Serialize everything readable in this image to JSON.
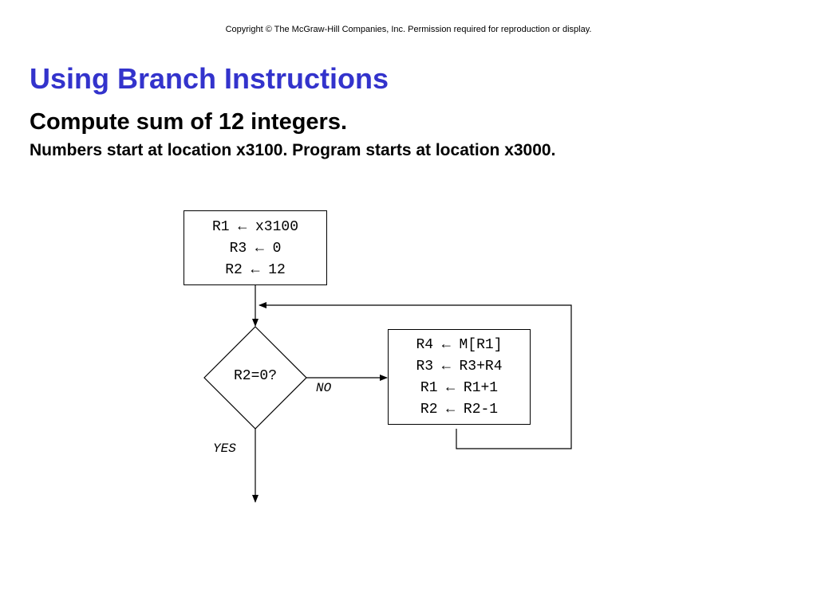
{
  "header": {
    "copyright": "Copyright © The McGraw-Hill Companies, Inc.  Permission required for reproduction or display.",
    "title": "Using Branch Instructions",
    "subtitle": "Compute sum of 12 integers.",
    "detail": "Numbers start at location x3100.  Program starts at location x3000."
  },
  "flowchart": {
    "init_box": {
      "lines": [
        "R1 ← x3100",
        "R3 ← 0",
        "R2 ← 12"
      ]
    },
    "decision": {
      "label": "R2=0?"
    },
    "loop_box": {
      "lines": [
        "R4 ← M[R1]",
        "R3 ← R3+R4",
        "R1 ← R1+1",
        "R2 ← R2-1"
      ]
    },
    "edges": {
      "no_label": "NO",
      "yes_label": "YES"
    }
  },
  "colors": {
    "title": "#3333cc",
    "text": "#000000",
    "background": "#ffffff"
  }
}
